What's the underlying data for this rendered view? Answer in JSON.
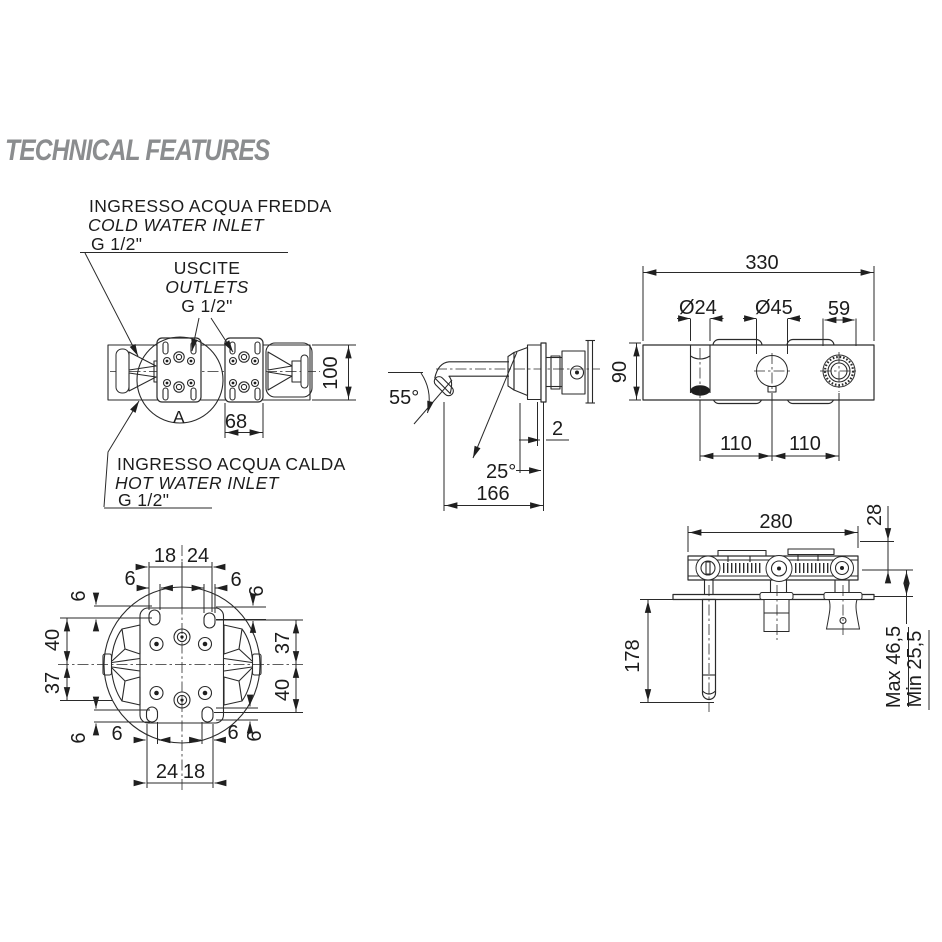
{
  "title": "TECHNICAL FEATURES",
  "labels": {
    "cold_inlet": {
      "line1": "INGRESSO ACQUA FREDDA",
      "line2": "COLD WATER INLET",
      "line3": "G 1/2\""
    },
    "outlets": {
      "line1": "USCITE",
      "line2": "OUTLETS",
      "line3": "G 1/2\""
    },
    "hot_inlet": {
      "line1": "INGRESSO ACQUA CALDA",
      "line2": "HOT WATER INLET",
      "line3": "G 1/2\""
    },
    "detail_marker": "A"
  },
  "dimensions": {
    "handles_view": {
      "plate_width": "68",
      "body_height": "100"
    },
    "spout_view": {
      "spout_angle": "55°",
      "tip_angle": "25°",
      "plate_thickness": "2",
      "spout_length": "166"
    },
    "front_view": {
      "body_width": "330",
      "spout_diameter": "Ø24",
      "knob_diameter": "Ø45",
      "handle_width": "59",
      "body_height": "90",
      "pitch_left": "110",
      "pitch_right": "110"
    },
    "detail_view": {
      "top_left": "18",
      "top_right": "24",
      "bottom_left": "24",
      "bottom_right": "18",
      "left_upper": "40",
      "left_lower": "37",
      "right_upper": "37",
      "right_lower": "40",
      "slot_width": "6"
    },
    "side_view": {
      "body_width": "280",
      "depth_offset": "28",
      "spout_length": "178",
      "max_depth": "Max 46,5",
      "min_depth": "Min 25,5"
    }
  }
}
